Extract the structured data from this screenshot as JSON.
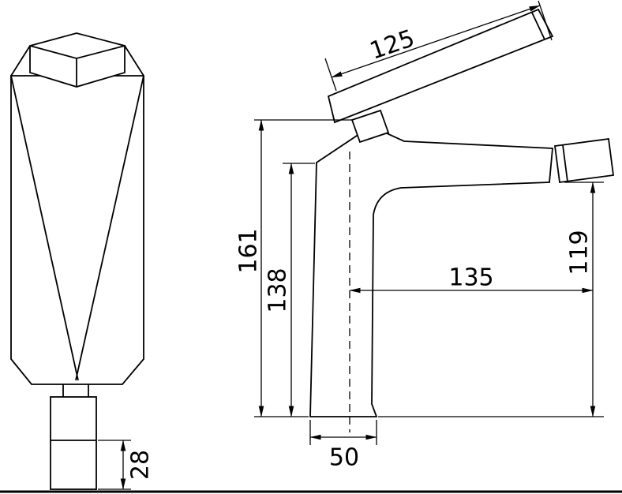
{
  "drawing": {
    "type": "faucet-technical-drawing",
    "views": {
      "front": "front-view",
      "side": "side-view"
    },
    "dimensions": {
      "lever_length": "125",
      "total_height": "161",
      "body_height": "138",
      "spout_outlet_height": "119",
      "spout_reach": "135",
      "base_width": "50",
      "aerator_height": "28"
    },
    "colors": {
      "line": "#000000",
      "background": "#ffffff"
    }
  }
}
